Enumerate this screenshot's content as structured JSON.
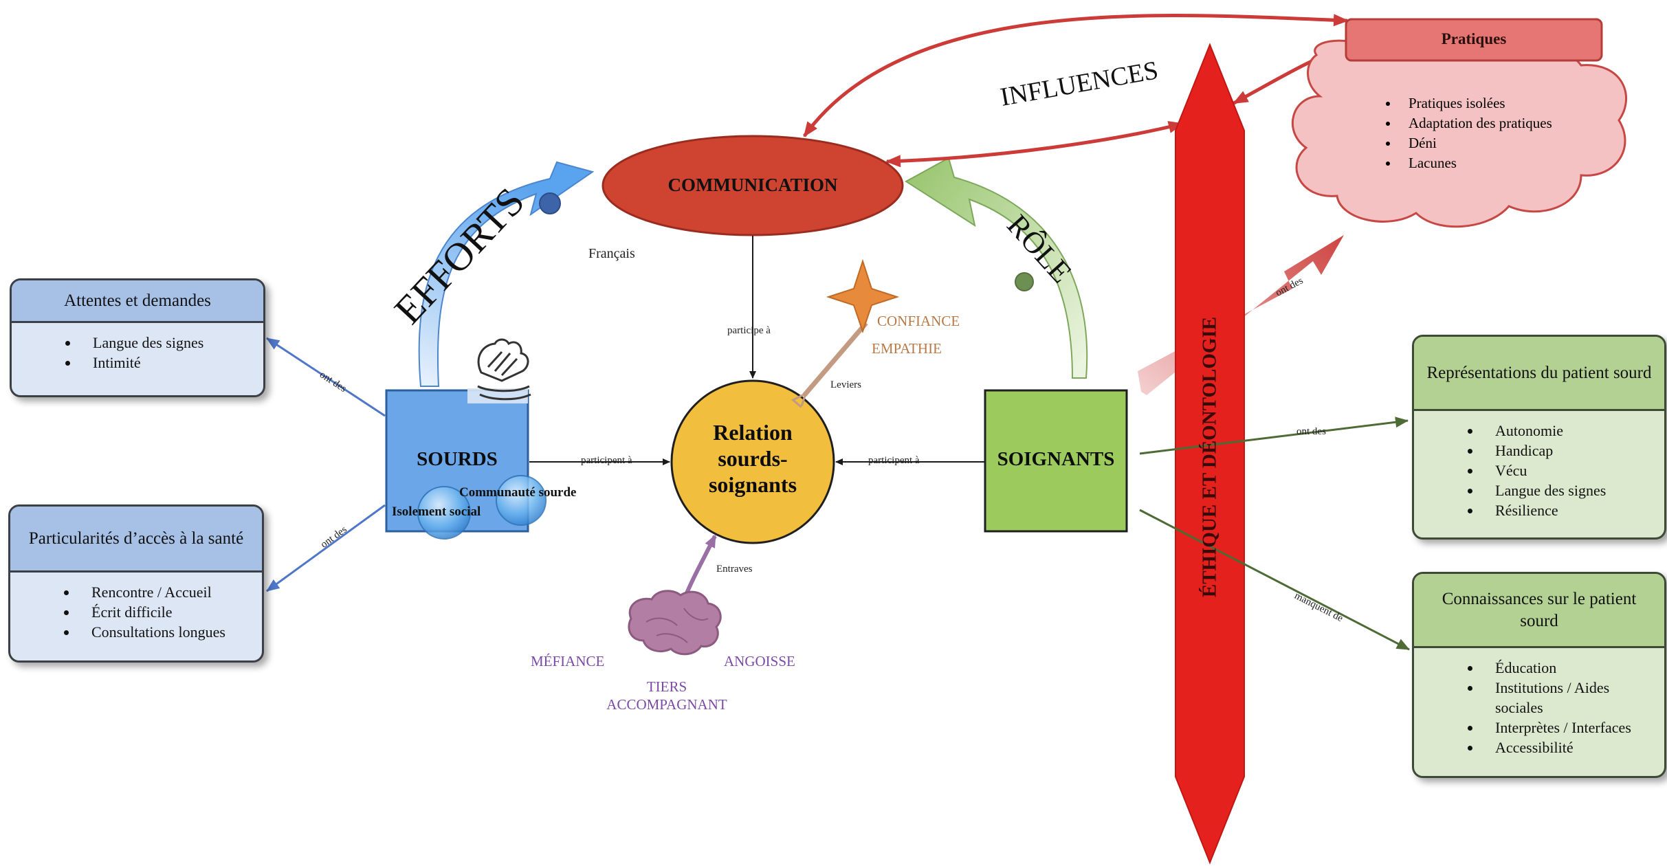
{
  "colors": {
    "blue_card": "#a6c0e6",
    "green_card": "#b3d193",
    "communication": "#cf4431",
    "relation": "#f1be3e",
    "sourds": "#6aa6e8",
    "soignants": "#9cca5c",
    "ethique": "#e5211d",
    "pratiques": "#e57673",
    "cloud": "#f4c2c2",
    "confiance": "#b77a47",
    "mefiance": "#7b4aa8"
  },
  "icons": {
    "hands": "hands-icon",
    "star": "star-icon",
    "brain": "brain-icon",
    "bubble": "bubble-icon",
    "dot": "dot-icon"
  },
  "nodes": {
    "communication": "COMMUNICATION",
    "relation": "Relation sourds-soignants",
    "sourds": "SOURDS",
    "soignants": "SOIGNANTS",
    "ethique": "ÉTHIQUE ET DÉONTOLOGIE",
    "communaute": "Communauté sourde",
    "isolement": "Isolement social"
  },
  "big_labels": {
    "efforts": "EFFORTS",
    "role": "RÔLE",
    "influences": "INFLUENCES"
  },
  "edge_labels": {
    "francais": "Français",
    "participe": "participe à",
    "participent_left": "participent à",
    "participent_right": "participent à",
    "leviers": "Leviers",
    "entraves": "Entraves",
    "ont_des_top": "ont des",
    "ont_des_bottom": "ont des",
    "ont_des_pratiques": "ont des",
    "ont_des_repr": "ont des",
    "manquent": "manquent de"
  },
  "levers": {
    "confiance": "CONFIANCE",
    "empathie": "EMPATHIE"
  },
  "obstacles": {
    "mefiance": "MÉFIANCE",
    "angoisse": "ANGOISSE",
    "tiers": "TIERS ACCOMPAGNANT"
  },
  "cards": {
    "attentes": {
      "title": "Attentes et demandes",
      "items": [
        "Langue des signes",
        "Intimité"
      ]
    },
    "particularites": {
      "title": "Particularités d’accès à la santé",
      "items": [
        "Rencontre / Accueil",
        "Écrit difficile",
        "Consultations longues"
      ]
    },
    "pratiques": {
      "title": "Pratiques",
      "items": [
        "Pratiques isolées",
        "Adaptation des pratiques",
        "Déni",
        "Lacunes"
      ]
    },
    "representations": {
      "title": "Représentations du patient sourd",
      "items": [
        "Autonomie",
        "Handicap",
        "Vécu",
        "Langue des signes",
        "Résilience"
      ]
    },
    "connaissances": {
      "title": "Connaissances sur le patient sourd",
      "items": [
        "Éducation",
        "Institutions / Aides sociales",
        "Interprètes / Interfaces",
        "Accessibilité"
      ]
    }
  }
}
